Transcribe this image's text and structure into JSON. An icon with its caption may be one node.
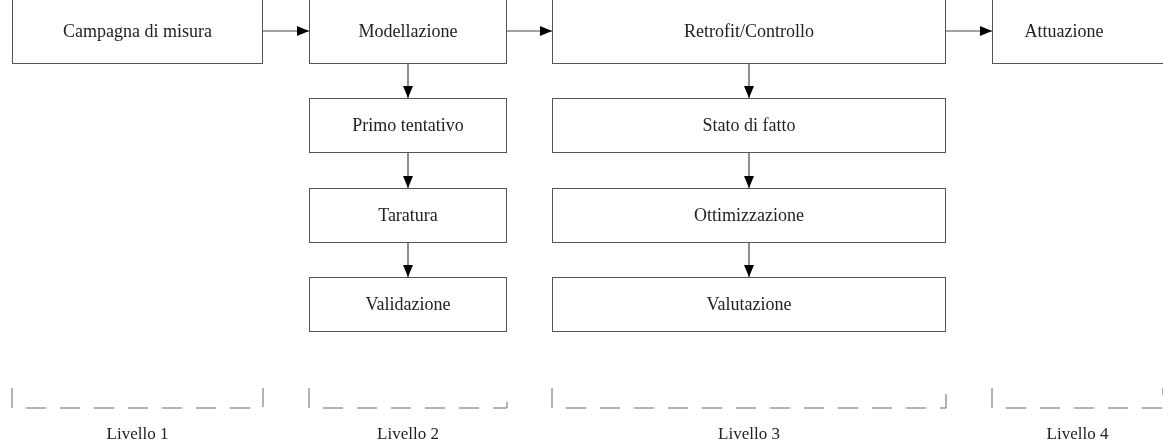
{
  "diagram": {
    "nodes": [
      {
        "text": [
          "Campagna di misura"
        ]
      },
      {
        "text": [
          "Modellazione"
        ]
      },
      {
        "text": [
          "Primo tentativo"
        ]
      },
      {
        "text": [
          "Taratura"
        ]
      },
      {
        "text": [
          "Validazione"
        ]
      },
      {
        "text": [
          "Retrofit/Controllo"
        ]
      },
      {
        "text": [
          "Stato di fatto"
        ]
      },
      {
        "text": [
          "Ottimizzazione"
        ]
      },
      {
        "text": [
          "Valutazione"
        ]
      },
      {
        "text": [
          "Attuazione"
        ]
      }
    ],
    "edges": [
      {
        "from": 0,
        "to": 1,
        "arrow": "to"
      },
      {
        "from": 1,
        "to": 5,
        "arrow": "to"
      },
      {
        "from": 5,
        "to": 9,
        "arrow": "to"
      },
      {
        "from": 1,
        "to": 2,
        "arrow": "to"
      },
      {
        "from": 2,
        "to": 3,
        "arrow": "to"
      },
      {
        "from": 3,
        "to": 4,
        "arrow": "to"
      },
      {
        "from": 5,
        "to": 6,
        "arrow": "to"
      },
      {
        "from": 6,
        "to": 7,
        "arrow": "to"
      },
      {
        "from": 7,
        "to": 8,
        "arrow": "to"
      }
    ],
    "labels": [
      "Livello 1",
      "Livello 2",
      "Livello 3",
      "Livello 4"
    ]
  }
}
